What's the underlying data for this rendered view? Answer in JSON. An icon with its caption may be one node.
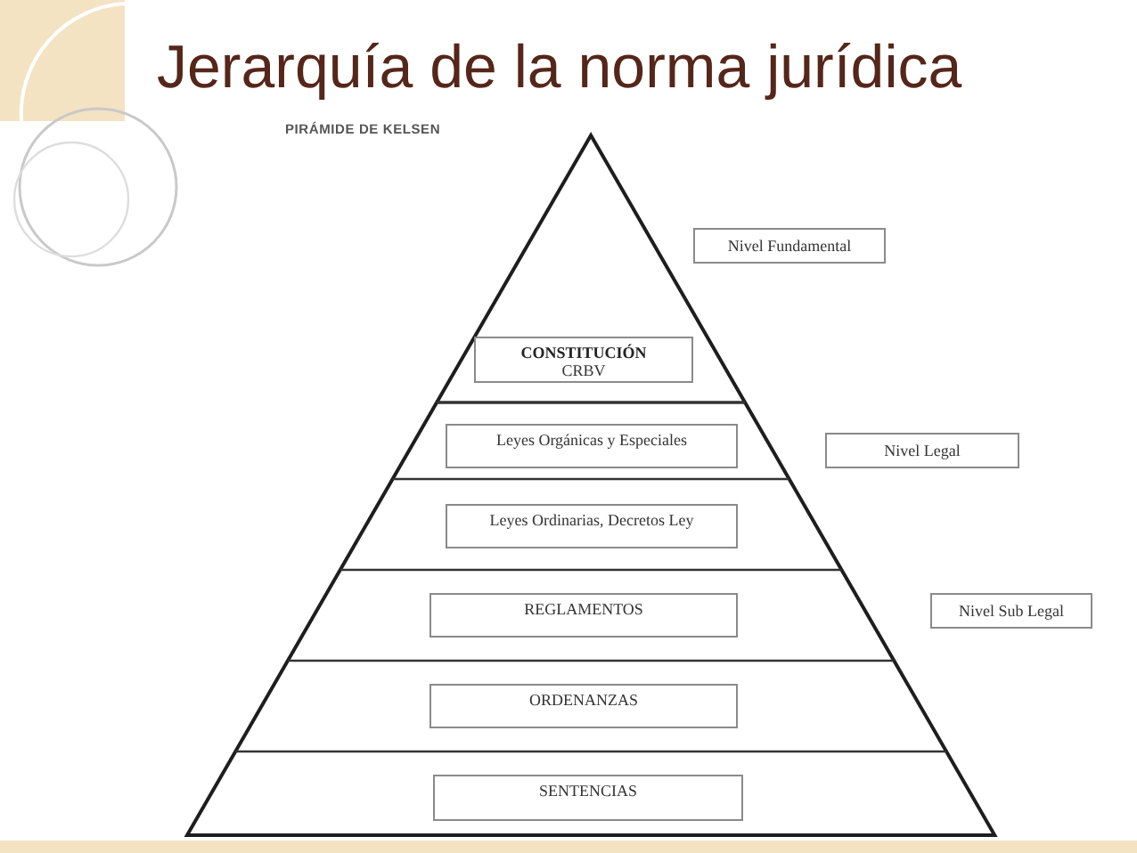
{
  "diagram": {
    "title": "Jerarquía de la norma jurídica",
    "nodes": [
      {
        "text": [
          "Nivel Fundamental"
        ]
      },
      {
        "text": [
          "CONSTITUCIÓN",
          "CRBV"
        ]
      },
      {
        "text": [
          "Leyes Orgánicas y Especiales"
        ]
      },
      {
        "text": [
          "Nivel Legal"
        ]
      },
      {
        "text": [
          "Leyes Ordinarias, Decretos Ley"
        ]
      },
      {
        "text": [
          "REGLAMENTOS"
        ]
      },
      {
        "text": [
          "Nivel Sub Legal"
        ]
      },
      {
        "text": [
          "ORDENANZAS"
        ]
      },
      {
        "text": [
          "SENTENCIAS"
        ]
      }
    ],
    "labels": [
      "PIRÁMIDE DE KELSEN"
    ]
  }
}
